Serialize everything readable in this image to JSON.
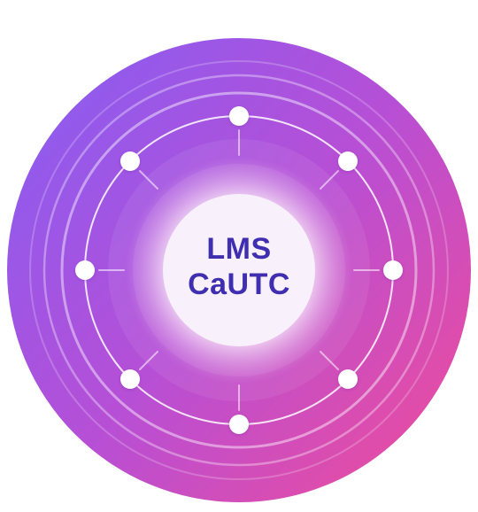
{
  "emblem": {
    "title_line_1": "LMS",
    "title_line_2": "CaUTC",
    "node_count": 8,
    "colors": {
      "gradient_start": "#8b5cf0",
      "gradient_mid": "#b64fd6",
      "gradient_end": "#ea4c9f",
      "center_fill": "#f8f0fb",
      "title_text": "#3f2fb0",
      "node_fill": "#ffffff"
    }
  }
}
